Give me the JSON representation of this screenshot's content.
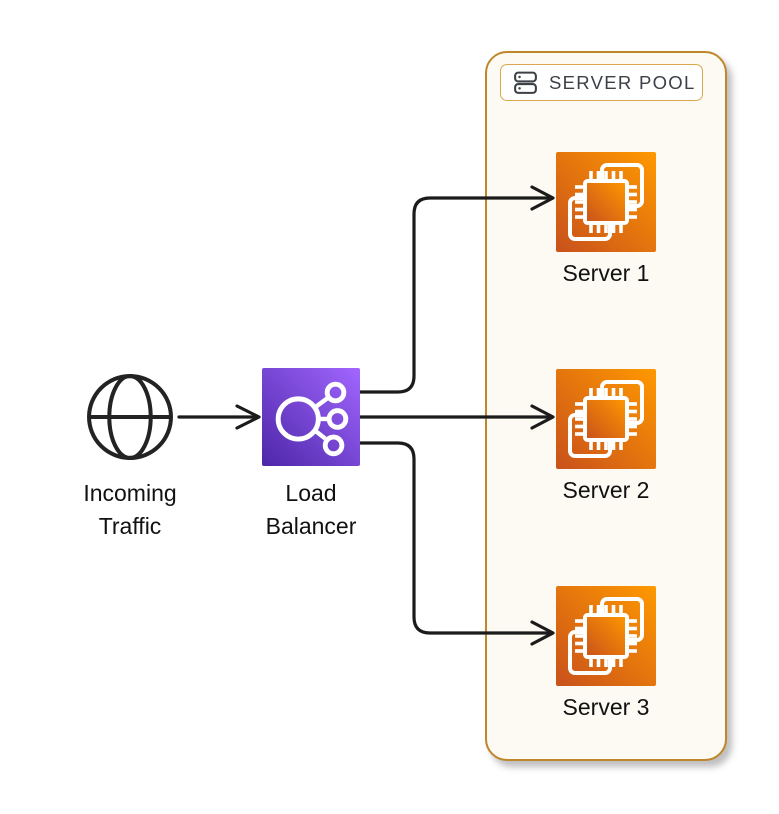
{
  "diagram": {
    "type": "architecture-diagram",
    "nodes": {
      "incoming_traffic": {
        "label_line1": "Incoming",
        "label_line2": "Traffic",
        "icon": "globe-icon"
      },
      "load_balancer": {
        "label_line1": "Load",
        "label_line2": "Balancer",
        "icon": "load-balancer-icon",
        "gradient_from": "#4D27A8",
        "gradient_to": "#A166FF"
      },
      "servers": [
        {
          "label": "Server 1"
        },
        {
          "label": "Server 2"
        },
        {
          "label": "Server 3"
        }
      ],
      "server_style": {
        "icon": "server-chip-icon",
        "gradient_from": "#C8511B",
        "gradient_to": "#FF9900"
      }
    },
    "group": {
      "label": "SERVER POOL",
      "icon": "server-stack-icon",
      "border_color": "#C0862B",
      "fill": "#FCFAF2",
      "badge_border": "#D9A84E",
      "badge_fill": "#FFFFFF"
    },
    "edges": [
      {
        "from": "incoming-traffic",
        "to": "load-balancer",
        "style": "straight-arrow"
      },
      {
        "from": "load-balancer",
        "to": "server-1",
        "style": "orthogonal-arrow"
      },
      {
        "from": "load-balancer",
        "to": "server-2",
        "style": "straight-arrow"
      },
      {
        "from": "load-balancer",
        "to": "server-3",
        "style": "orthogonal-arrow"
      }
    ],
    "colors": {
      "background": "#FFFFFF",
      "line": "#1B1B1B",
      "text": "#111111",
      "group_label_text": "#3C4047"
    }
  }
}
